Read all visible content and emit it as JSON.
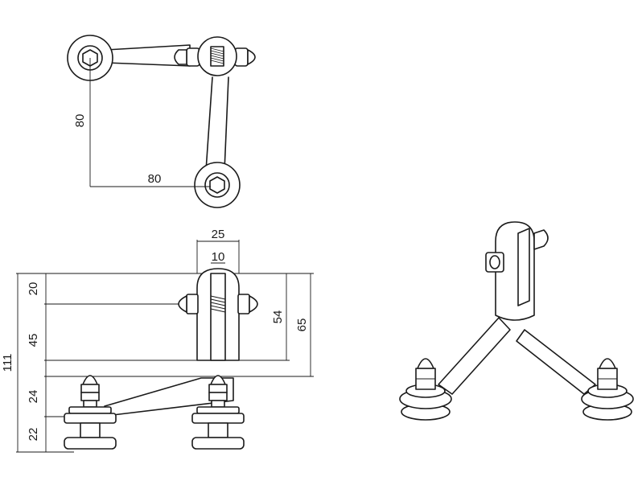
{
  "dimensions": {
    "top_vertical": "80",
    "top_horizontal": "80",
    "width_outer": "25",
    "width_inner": "10",
    "seg_20": "20",
    "seg_45": "45",
    "seg_24": "24",
    "seg_22": "22",
    "total_111": "111",
    "height_54": "54",
    "height_65": "65"
  }
}
